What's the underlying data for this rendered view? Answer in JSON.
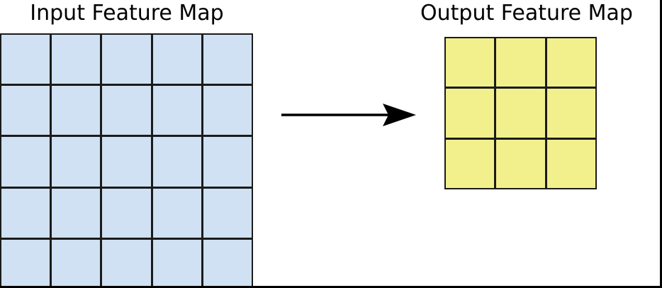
{
  "diagram": {
    "background_color": "#ffffff",
    "line_color": "#1b1b1b",
    "frame_color": "#000000",
    "input": {
      "title": "Input Feature Map",
      "rows": 5,
      "cols": 5,
      "cell_color": "#cfe1f2"
    },
    "output": {
      "title": "Output Feature Map",
      "rows": 3,
      "cols": 3,
      "cell_color": "#f2f08c"
    },
    "arrow": {
      "color": "#000000",
      "direction": "right"
    }
  }
}
